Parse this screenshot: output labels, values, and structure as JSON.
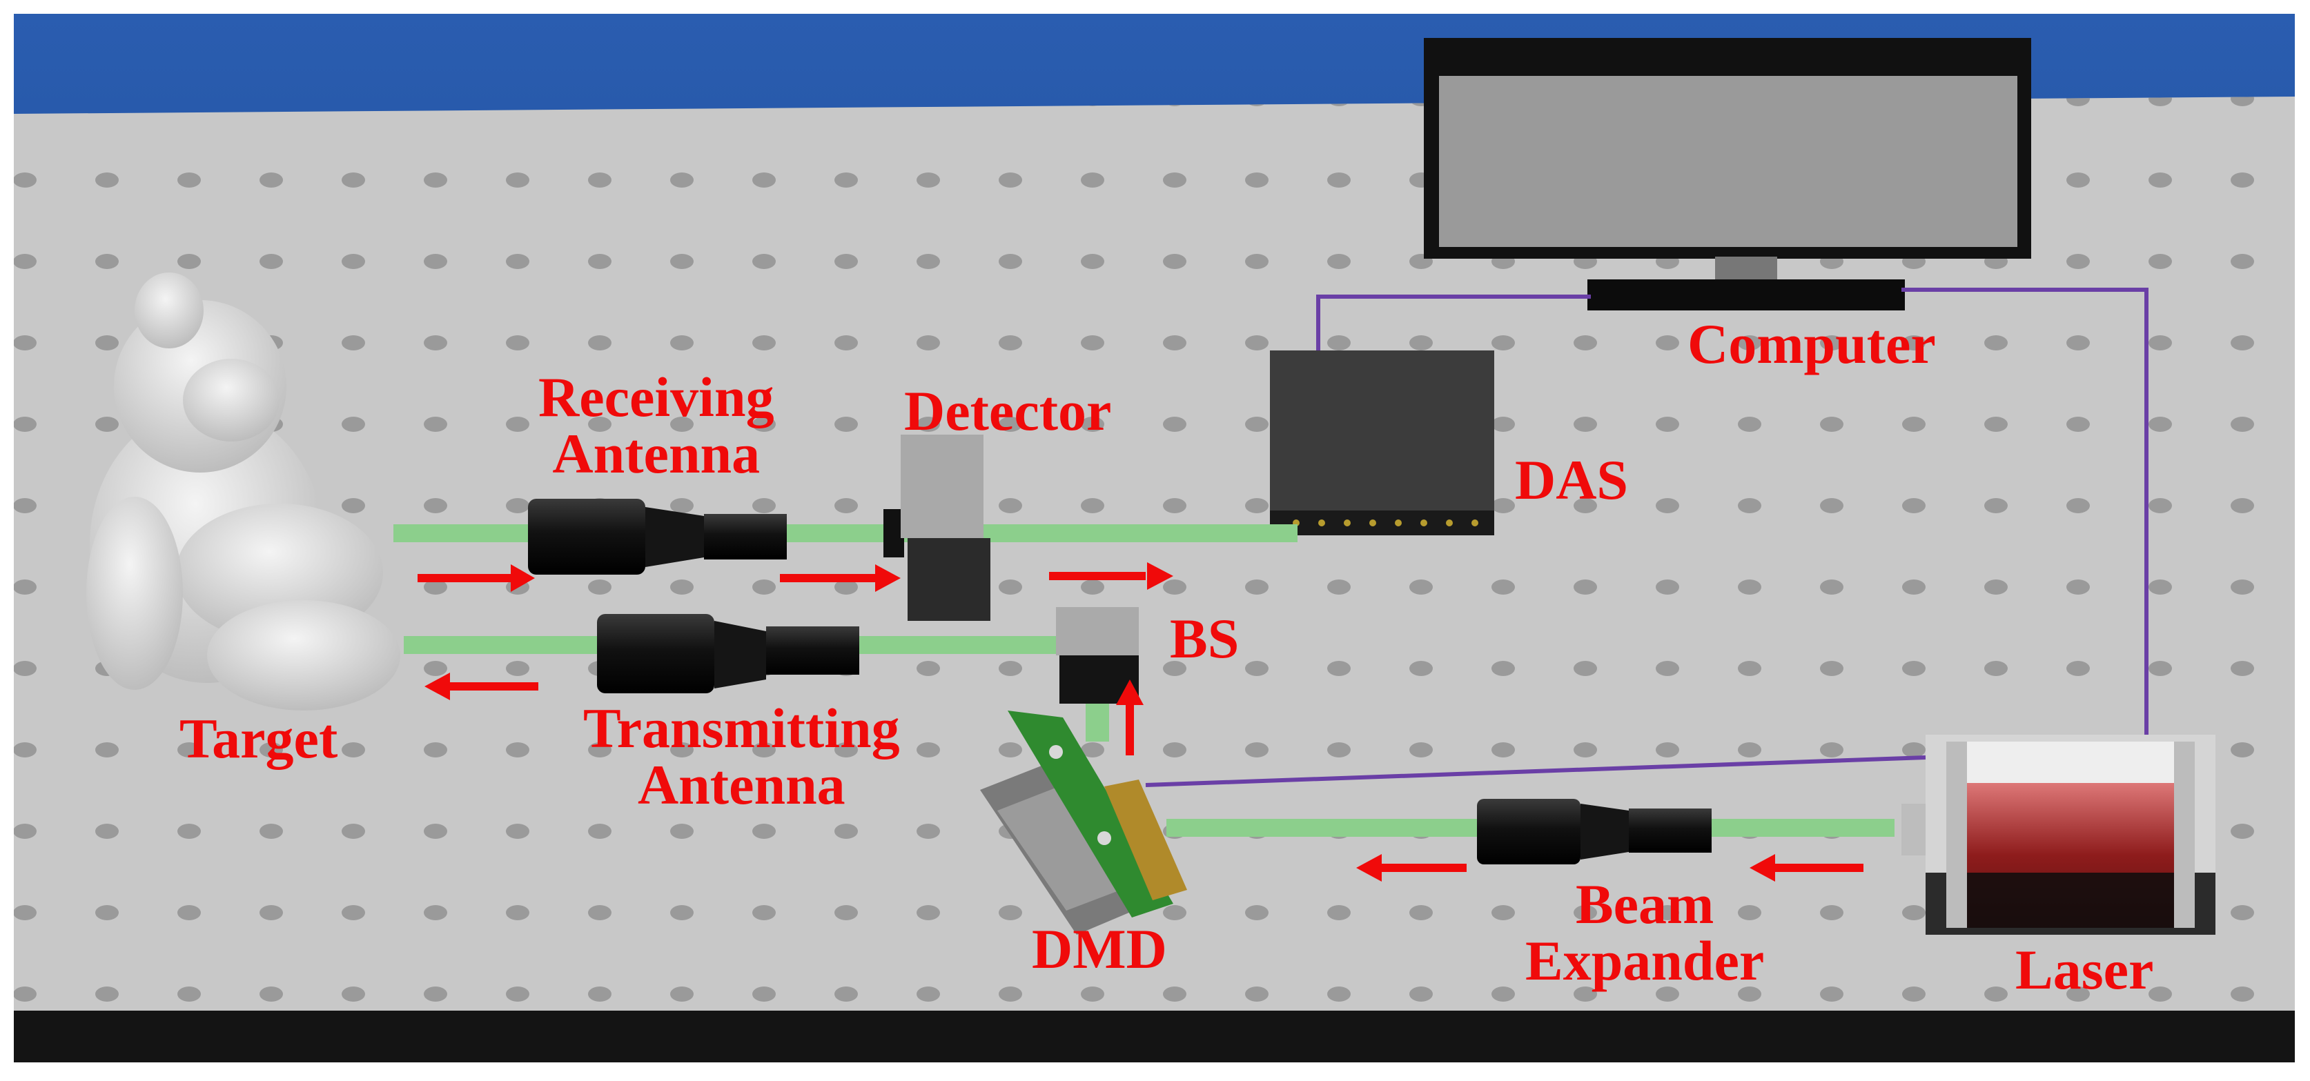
{
  "labels": {
    "target": "Target",
    "receiving_antenna": "Receiving\nAntenna",
    "detector": "Detector",
    "das": "DAS",
    "computer": "Computer",
    "bs": "BS",
    "transmitting_antenna": "Transmitting\nAntenna",
    "dmd": "DMD",
    "beam_expander": "Beam\nExpander",
    "laser": "Laser"
  },
  "colors": {
    "label_text": "#f00a0a",
    "arrow": "#f00a0a",
    "beam": "#8ccf8c",
    "cable": "#6a3fa6",
    "background": "#1f4f9a",
    "table_top": "#c6c6c6",
    "table_edge": "#151515"
  }
}
